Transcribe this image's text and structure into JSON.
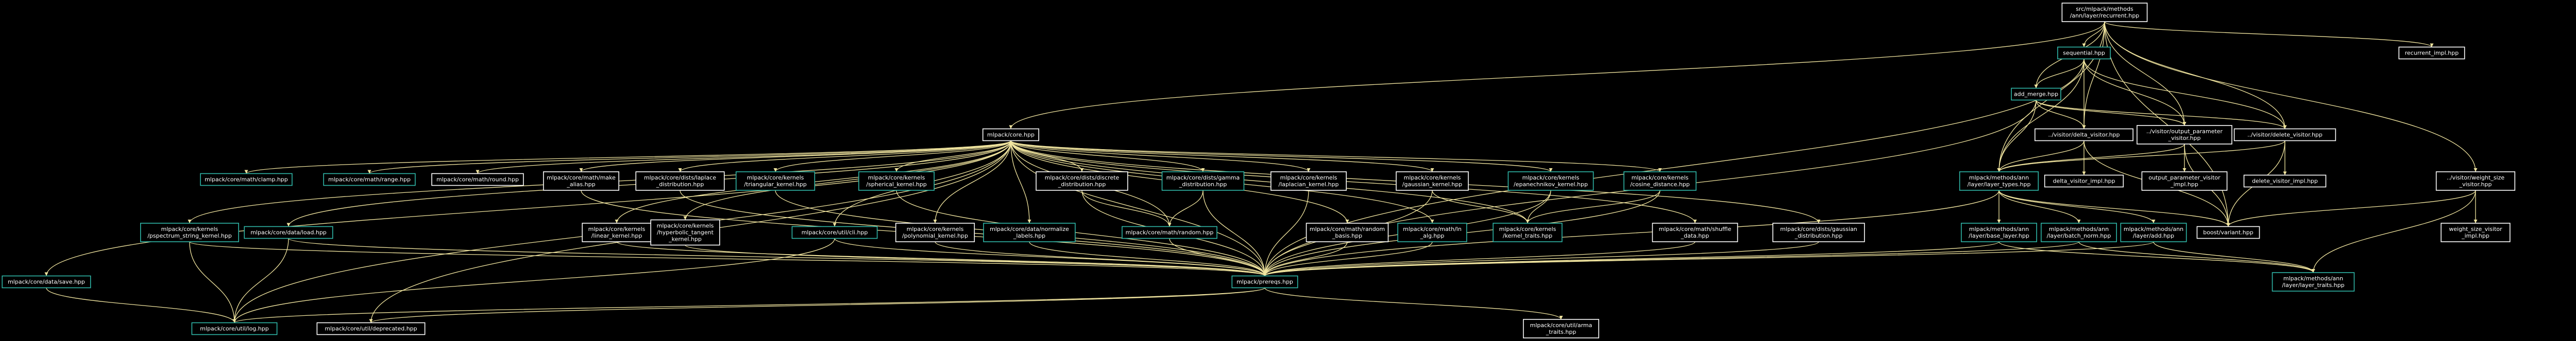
{
  "diagram": {
    "colors": {
      "background": "#000000",
      "edge": "#f2e6a0",
      "node_default_border": "#ffffff",
      "node_linked_border": "#2fb7a8",
      "root_fill": "#8c8c8c",
      "text": "#ffffff"
    },
    "nodes": [
      {
        "id": "root",
        "lines": [
          "src/mlpack/methods",
          "/ann/layer/recurrent.hpp"
        ],
        "style": "root"
      },
      {
        "id": "sequential",
        "lines": [
          "sequential.hpp"
        ],
        "style": "linked"
      },
      {
        "id": "recimpl",
        "lines": [
          "recurrent_impl.hpp"
        ],
        "style": "plain"
      },
      {
        "id": "addmerge",
        "lines": [
          "add_merge.hpp"
        ],
        "style": "linked"
      },
      {
        "id": "core",
        "lines": [
          "mlpack/core.hpp"
        ],
        "style": "plain"
      },
      {
        "id": "deltavis",
        "lines": [
          "../visitor/delta_visitor.hpp"
        ],
        "style": "plain"
      },
      {
        "id": "outparvis",
        "lines": [
          "../visitor/output_parameter",
          "_visitor.hpp"
        ],
        "style": "plain"
      },
      {
        "id": "deletevis",
        "lines": [
          "../visitor/delete_visitor.hpp"
        ],
        "style": "plain"
      },
      {
        "id": "weightvis",
        "lines": [
          "../visitor/weight_size",
          "_visitor.hpp"
        ],
        "style": "plain"
      },
      {
        "id": "layertypes",
        "lines": [
          "mlpack/methods/ann",
          "/layer/layer_types.hpp"
        ],
        "style": "linked"
      },
      {
        "id": "deltaimpl",
        "lines": [
          "delta_visitor_impl.hpp"
        ],
        "style": "plain"
      },
      {
        "id": "outparimpl",
        "lines": [
          "output_parameter_visitor",
          "_impl.hpp"
        ],
        "style": "plain"
      },
      {
        "id": "deleteimpl",
        "lines": [
          "delete_visitor_impl.hpp"
        ],
        "style": "plain"
      },
      {
        "id": "weightimpl",
        "lines": [
          "weight_size_visitor",
          "_impl.hpp"
        ],
        "style": "plain"
      },
      {
        "id": "baselayer",
        "lines": [
          "mlpack/methods/ann",
          "/layer/base_layer.hpp"
        ],
        "style": "linked"
      },
      {
        "id": "batchnorm",
        "lines": [
          "mlpack/methods/ann",
          "/layer/batch_norm.hpp"
        ],
        "style": "linked"
      },
      {
        "id": "addlayer",
        "lines": [
          "mlpack/methods/ann",
          "/layer/add.hpp"
        ],
        "style": "linked"
      },
      {
        "id": "boostvariant",
        "lines": [
          "boost/variant.hpp"
        ],
        "style": "plain"
      },
      {
        "id": "layertraits",
        "lines": [
          "mlpack/methods/ann",
          "/layer/layer_traits.hpp"
        ],
        "style": "linked"
      },
      {
        "id": "clamp",
        "lines": [
          "mlpack/core/math/clamp.hpp"
        ],
        "style": "linked"
      },
      {
        "id": "range",
        "lines": [
          "mlpack/core/math/range.hpp"
        ],
        "style": "linked"
      },
      {
        "id": "round",
        "lines": [
          "mlpack/core/math/round.hpp"
        ],
        "style": "plain"
      },
      {
        "id": "makealias",
        "lines": [
          "mlpack/core/math/make",
          "_alias.hpp"
        ],
        "style": "plain"
      },
      {
        "id": "laplacedist",
        "lines": [
          "mlpack/core/dists/laplace",
          "_distribution.hpp"
        ],
        "style": "plain"
      },
      {
        "id": "triangular",
        "lines": [
          "mlpack/core/kernels",
          "/triangular_kernel.hpp"
        ],
        "style": "linked"
      },
      {
        "id": "spherical",
        "lines": [
          "mlpack/core/kernels",
          "/spherical_kernel.hpp"
        ],
        "style": "linked"
      },
      {
        "id": "discretedist",
        "lines": [
          "mlpack/core/dists/discrete",
          "_distribution.hpp"
        ],
        "style": "plain"
      },
      {
        "id": "gammadist",
        "lines": [
          "mlpack/core/dists/gamma",
          "_distribution.hpp"
        ],
        "style": "linked"
      },
      {
        "id": "laplaciankernel",
        "lines": [
          "mlpack/core/kernels",
          "/laplacian_kernel.hpp"
        ],
        "style": "plain"
      },
      {
        "id": "gaussiankernel",
        "lines": [
          "mlpack/core/kernels",
          "/gaussian_kernel.hpp"
        ],
        "style": "plain"
      },
      {
        "id": "epanechnikov",
        "lines": [
          "mlpack/core/kernels",
          "/epanechnikov_kernel.hpp"
        ],
        "style": "linked"
      },
      {
        "id": "cosinedist",
        "lines": [
          "mlpack/core/kernels",
          "/cosine_distance.hpp"
        ],
        "style": "linked"
      },
      {
        "id": "pspectrum",
        "lines": [
          "mlpack/core/kernels",
          "/pspectrum_string_kernel.hpp"
        ],
        "style": "linked"
      },
      {
        "id": "load",
        "lines": [
          "mlpack/core/data/load.hpp"
        ],
        "style": "linked"
      },
      {
        "id": "linearkernel",
        "lines": [
          "mlpack/core/kernels",
          "/linear_kernel.hpp"
        ],
        "style": "plain"
      },
      {
        "id": "hyperbolic",
        "lines": [
          "mlpack/core/kernels",
          "/hyperbolic_tangent",
          "_kernel.hpp"
        ],
        "style": "plain"
      },
      {
        "id": "cli",
        "lines": [
          "mlpack/core/util/cli.hpp"
        ],
        "style": "linked"
      },
      {
        "id": "polynomial",
        "lines": [
          "mlpack/core/kernels",
          "/polynomial_kernel.hpp"
        ],
        "style": "plain"
      },
      {
        "id": "normalize",
        "lines": [
          "mlpack/core/data/normalize",
          "_labels.hpp"
        ],
        "style": "linked"
      },
      {
        "id": "random",
        "lines": [
          "mlpack/core/math/random.hpp"
        ],
        "style": "linked"
      },
      {
        "id": "randombasis",
        "lines": [
          "mlpack/core/math/random",
          "_basis.hpp"
        ],
        "style": "plain"
      },
      {
        "id": "lnalg",
        "lines": [
          "mlpack/core/math/ln",
          "_alg.hpp"
        ],
        "style": "linked"
      },
      {
        "id": "kerneltraits",
        "lines": [
          "mlpack/core/kernels",
          "/kernel_traits.hpp"
        ],
        "style": "linked"
      },
      {
        "id": "shuffledata",
        "lines": [
          "mlpack/core/math/shuffle",
          "_data.hpp"
        ],
        "style": "plain"
      },
      {
        "id": "gaussiandist",
        "lines": [
          "mlpack/core/dists/gaussian",
          "_distribution.hpp"
        ],
        "style": "plain"
      },
      {
        "id": "save",
        "lines": [
          "mlpack/core/data/save.hpp"
        ],
        "style": "linked"
      },
      {
        "id": "prereqs",
        "lines": [
          "mlpack/prereqs.hpp"
        ],
        "style": "linked"
      },
      {
        "id": "log",
        "lines": [
          "mlpack/core/util/log.hpp"
        ],
        "style": "linked"
      },
      {
        "id": "deprecated",
        "lines": [
          "mlpack/core/util/deprecated.hpp"
        ],
        "style": "plain"
      },
      {
        "id": "armatraits",
        "lines": [
          "mlpack/core/util/arma",
          "_traits.hpp"
        ],
        "style": "plain"
      }
    ],
    "edges": [
      [
        "root",
        "sequential"
      ],
      [
        "root",
        "recimpl"
      ],
      [
        "root",
        "addmerge"
      ],
      [
        "root",
        "core"
      ],
      [
        "root",
        "deltavis"
      ],
      [
        "root",
        "outparvis"
      ],
      [
        "root",
        "deletevis"
      ],
      [
        "root",
        "weightvis"
      ],
      [
        "root",
        "layertypes"
      ],
      [
        "root",
        "boostvariant"
      ],
      [
        "sequential",
        "addmerge"
      ],
      [
        "sequential",
        "layertypes"
      ],
      [
        "sequential",
        "deltavis"
      ],
      [
        "sequential",
        "outparvis"
      ],
      [
        "sequential",
        "deletevis"
      ],
      [
        "sequential",
        "prereqs"
      ],
      [
        "addmerge",
        "layertypes"
      ],
      [
        "addmerge",
        "deltavis"
      ],
      [
        "addmerge",
        "outparvis"
      ],
      [
        "addmerge",
        "deletevis"
      ],
      [
        "addmerge",
        "prereqs"
      ],
      [
        "deltavis",
        "deltaimpl"
      ],
      [
        "deltavis",
        "layertypes"
      ],
      [
        "deltavis",
        "boostvariant"
      ],
      [
        "outparvis",
        "outparimpl"
      ],
      [
        "outparvis",
        "layertypes"
      ],
      [
        "outparvis",
        "boostvariant"
      ],
      [
        "deletevis",
        "deleteimpl"
      ],
      [
        "deletevis",
        "layertypes"
      ],
      [
        "deletevis",
        "boostvariant"
      ],
      [
        "weightvis",
        "weightimpl"
      ],
      [
        "weightvis",
        "boostvariant"
      ],
      [
        "weightvis",
        "layertraits"
      ],
      [
        "layertypes",
        "baselayer"
      ],
      [
        "layertypes",
        "batchnorm"
      ],
      [
        "layertypes",
        "addlayer"
      ],
      [
        "layertypes",
        "boostvariant"
      ],
      [
        "layertypes",
        "prereqs"
      ],
      [
        "baselayer",
        "prereqs"
      ],
      [
        "baselayer",
        "layertraits"
      ],
      [
        "batchnorm",
        "prereqs"
      ],
      [
        "batchnorm",
        "layertraits"
      ],
      [
        "addlayer",
        "prereqs"
      ],
      [
        "addlayer",
        "layertraits"
      ],
      [
        "core",
        "clamp"
      ],
      [
        "core",
        "range"
      ],
      [
        "core",
        "round"
      ],
      [
        "core",
        "makealias"
      ],
      [
        "core",
        "laplacedist"
      ],
      [
        "core",
        "triangular"
      ],
      [
        "core",
        "spherical"
      ],
      [
        "core",
        "discretedist"
      ],
      [
        "core",
        "gammadist"
      ],
      [
        "core",
        "laplaciankernel"
      ],
      [
        "core",
        "gaussiankernel"
      ],
      [
        "core",
        "epanechnikov"
      ],
      [
        "core",
        "cosinedist"
      ],
      [
        "core",
        "pspectrum"
      ],
      [
        "core",
        "load"
      ],
      [
        "core",
        "linearkernel"
      ],
      [
        "core",
        "hyperbolic"
      ],
      [
        "core",
        "cli"
      ],
      [
        "core",
        "polynomial"
      ],
      [
        "core",
        "normalize"
      ],
      [
        "core",
        "random"
      ],
      [
        "core",
        "randombasis"
      ],
      [
        "core",
        "lnalg"
      ],
      [
        "core",
        "kerneltraits"
      ],
      [
        "core",
        "shuffledata"
      ],
      [
        "core",
        "gaussiandist"
      ],
      [
        "core",
        "save"
      ],
      [
        "core",
        "prereqs"
      ],
      [
        "core",
        "log"
      ],
      [
        "core",
        "deprecated"
      ],
      [
        "spherical",
        "prereqs"
      ],
      [
        "discretedist",
        "random"
      ],
      [
        "discretedist",
        "prereqs"
      ],
      [
        "gammadist",
        "random"
      ],
      [
        "gammadist",
        "prereqs"
      ],
      [
        "laplaciankernel",
        "prereqs"
      ],
      [
        "gaussiankernel",
        "kerneltraits"
      ],
      [
        "gaussiankernel",
        "prereqs"
      ],
      [
        "epanechnikov",
        "kerneltraits"
      ],
      [
        "epanechnikov",
        "prereqs"
      ],
      [
        "cosinedist",
        "kerneltraits"
      ],
      [
        "cosinedist",
        "prereqs"
      ],
      [
        "pspectrum",
        "prereqs"
      ],
      [
        "pspectrum",
        "log"
      ],
      [
        "load",
        "prereqs"
      ],
      [
        "load",
        "log"
      ],
      [
        "linearkernel",
        "prereqs"
      ],
      [
        "hyperbolic",
        "prereqs"
      ],
      [
        "cli",
        "prereqs"
      ],
      [
        "cli",
        "log"
      ],
      [
        "polynomial",
        "prereqs"
      ],
      [
        "normalize",
        "prereqs"
      ],
      [
        "random",
        "prereqs"
      ],
      [
        "randombasis",
        "prereqs"
      ],
      [
        "lnalg",
        "prereqs"
      ],
      [
        "shuffledata",
        "prereqs"
      ],
      [
        "gaussiandist",
        "prereqs"
      ],
      [
        "save",
        "log"
      ],
      [
        "laplacedist",
        "prereqs"
      ],
      [
        "triangular",
        "prereqs"
      ],
      [
        "makealias",
        "prereqs"
      ],
      [
        "prereqs",
        "deprecated"
      ],
      [
        "prereqs",
        "armatraits"
      ],
      [
        "prereqs",
        "log"
      ]
    ]
  }
}
